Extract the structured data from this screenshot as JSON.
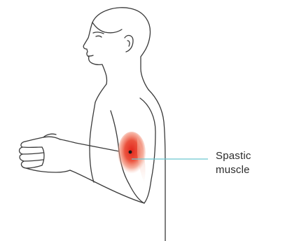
{
  "diagram": {
    "callout": {
      "line1": "Spastic",
      "line2": "muscle"
    },
    "colors": {
      "outline": "#3a3a3a",
      "muscle_core": "#e2261c",
      "muscle_glow": "#f28a72",
      "leader_line": "#6cc6cf",
      "dot": "#1a1a1a"
    },
    "icons": {
      "figure": "human-upper-body-side-view",
      "highlight": "biceps-muscle"
    }
  }
}
